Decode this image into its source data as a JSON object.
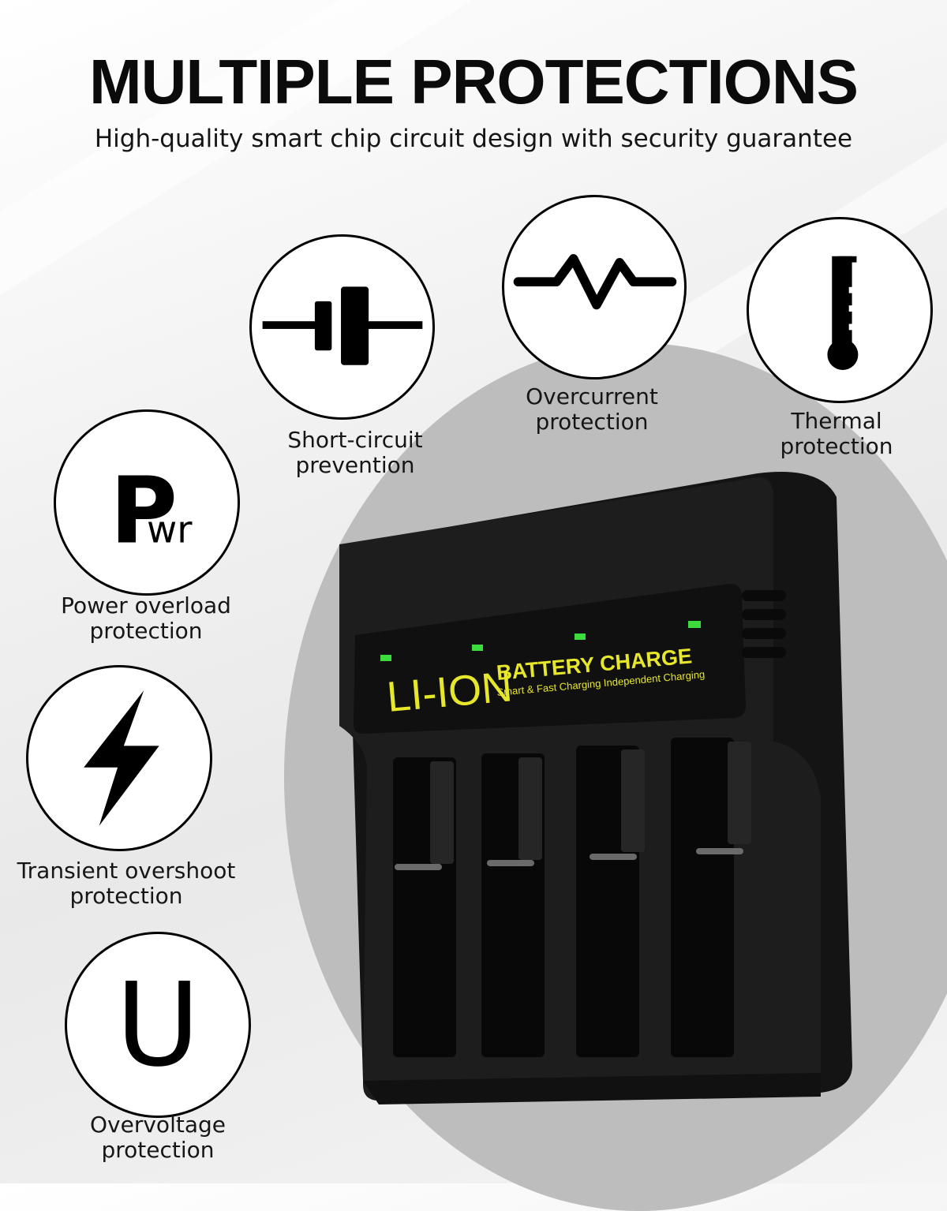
{
  "headline": "MULTIPLE PROTECTIONS",
  "subhead": "High-quality smart chip circuit design with security guarantee",
  "features": [
    {
      "icon": "capacitor-icon",
      "line1": "Short-circuit",
      "line2": "prevention"
    },
    {
      "icon": "pulse-wave-icon",
      "line1": "Overcurrent",
      "line2": "protection"
    },
    {
      "icon": "thermometer-icon",
      "line1": "Thermal",
      "line2": "protection"
    },
    {
      "icon": "pwr-icon",
      "line1": "Power overload",
      "line2": "protection",
      "icon_text_main": "P",
      "icon_text_sub": "wr"
    },
    {
      "icon": "lightning-bolt-icon",
      "line1": "Transient overshoot",
      "line2": "protection"
    },
    {
      "icon": "voltage-u-icon",
      "line1": "Overvoltage",
      "line2": "protection",
      "icon_text_main": "U"
    }
  ],
  "product": {
    "brand_text": "LI-ION",
    "title_text": "BATTERY  CHARGE",
    "tagline_text": "Smart & Fast Charging Independent Charging",
    "led_color": "#3ddc3d",
    "label_color": "#e6e62a",
    "body_color": "#1b1b1b"
  }
}
